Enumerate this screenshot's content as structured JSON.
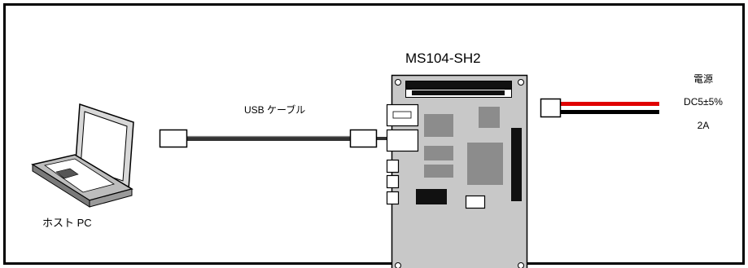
{
  "board": {
    "title": "MS104-SH2"
  },
  "cable": {
    "label": "USB ケーブル"
  },
  "host": {
    "label": "ホスト PC"
  },
  "power": {
    "title": "電源",
    "voltage": "DC5±5%",
    "current": "2A"
  },
  "colors": {
    "frame": "#000000",
    "board_fill": "#c8c8c8",
    "chip_fill": "#8c8c8c",
    "power_red": "#e00000",
    "cable_dark": "#333333"
  }
}
